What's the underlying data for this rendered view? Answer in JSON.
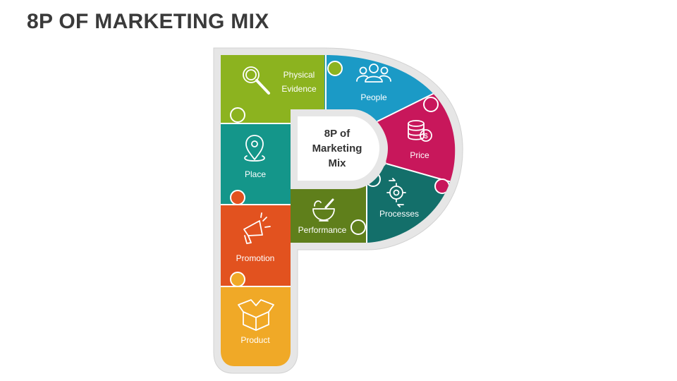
{
  "title": "8P OF MARKETING MIX",
  "center": {
    "line1": "8P of",
    "line2": "Marketing",
    "line3": "Mix"
  },
  "pieces": {
    "physical_evidence": {
      "line1": "Physical",
      "line2": "Evidence",
      "icon": "magnifier-icon",
      "color": "#8cb31f"
    },
    "people": {
      "label": "People",
      "icon": "people-group-icon",
      "color": "#1b9ac6"
    },
    "price": {
      "label": "Price",
      "icon": "coins-dollar-icon",
      "color": "#c8175b"
    },
    "processes": {
      "label": "Processes",
      "icon": "gear-process-icon",
      "color": "#136f6a"
    },
    "performance": {
      "label": "Performance",
      "icon": "mortar-pestle-icon",
      "color": "#5f7f1b"
    },
    "place": {
      "label": "Place",
      "icon": "location-pin-icon",
      "color": "#14968a"
    },
    "promotion": {
      "label": "Promotion",
      "icon": "megaphone-icon",
      "color": "#e2521f"
    },
    "product": {
      "label": "Product",
      "icon": "open-box-icon",
      "color": "#f0a927"
    }
  }
}
